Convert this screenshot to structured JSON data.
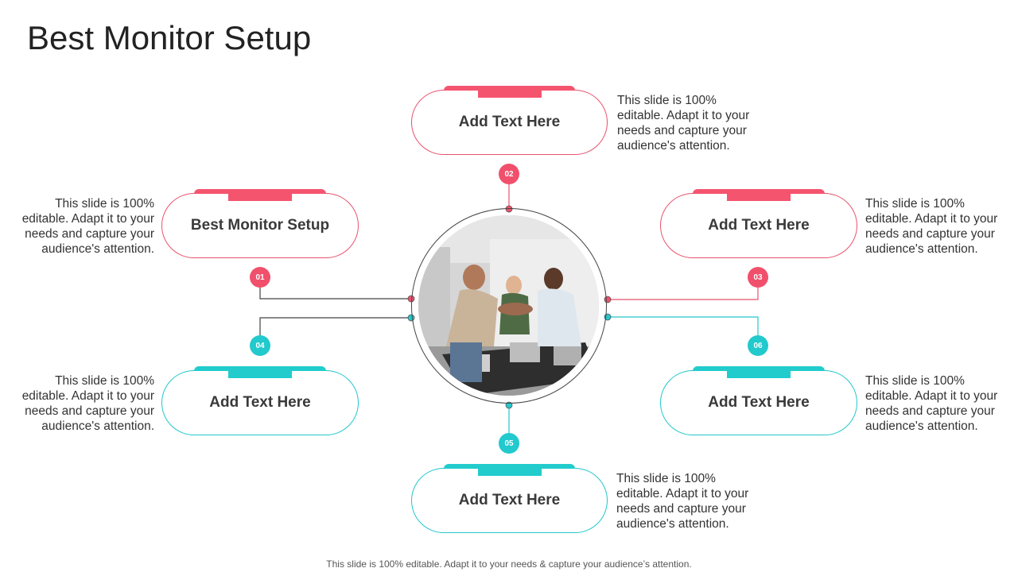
{
  "title": "Best Monitor Setup",
  "colors": {
    "pink": "#f5546f",
    "teal": "#22cccd"
  },
  "items": [
    {
      "number": "01",
      "label": "Best Monitor Setup",
      "desc": "This slide is 100% editable. Adapt it to your needs and capture your audience's attention."
    },
    {
      "number": "02",
      "label": "Add Text Here",
      "desc": "This slide is 100% editable. Adapt it to your needs and capture your audience's attention."
    },
    {
      "number": "03",
      "label": "Add Text Here",
      "desc": "This slide is 100% editable. Adapt it to your needs and capture your audience's attention."
    },
    {
      "number": "04",
      "label": "Add Text Here",
      "desc": "This slide is 100% editable. Adapt it to your needs and capture your audience's attention."
    },
    {
      "number": "05",
      "label": "Add Text Here",
      "desc": "This slide is 100% editable. Adapt it to your needs and capture your audience's attention."
    },
    {
      "number": "06",
      "label": "Add Text Here",
      "desc": "This slide is 100% editable. Adapt it to your needs and capture your audience's attention."
    }
  ],
  "footer": "This slide is 100% editable. Adapt it to your needs & capture your audience’s attention."
}
